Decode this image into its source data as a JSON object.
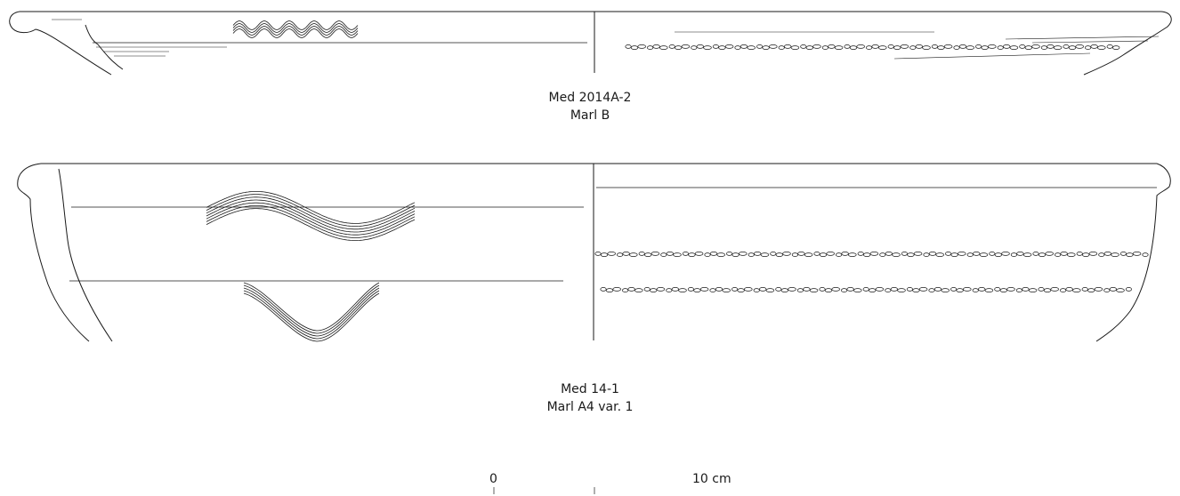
{
  "vessels": [
    {
      "id": "Med 2014A-2",
      "fabric": "Marl B"
    },
    {
      "id": "Med 14-1",
      "fabric": "Marl A4 var. 1"
    }
  ],
  "scale_bar": {
    "start_label": "0",
    "end_label": "10 cm"
  },
  "colors": {
    "ink": "#1a1a1a",
    "paper": "#ffffff"
  }
}
